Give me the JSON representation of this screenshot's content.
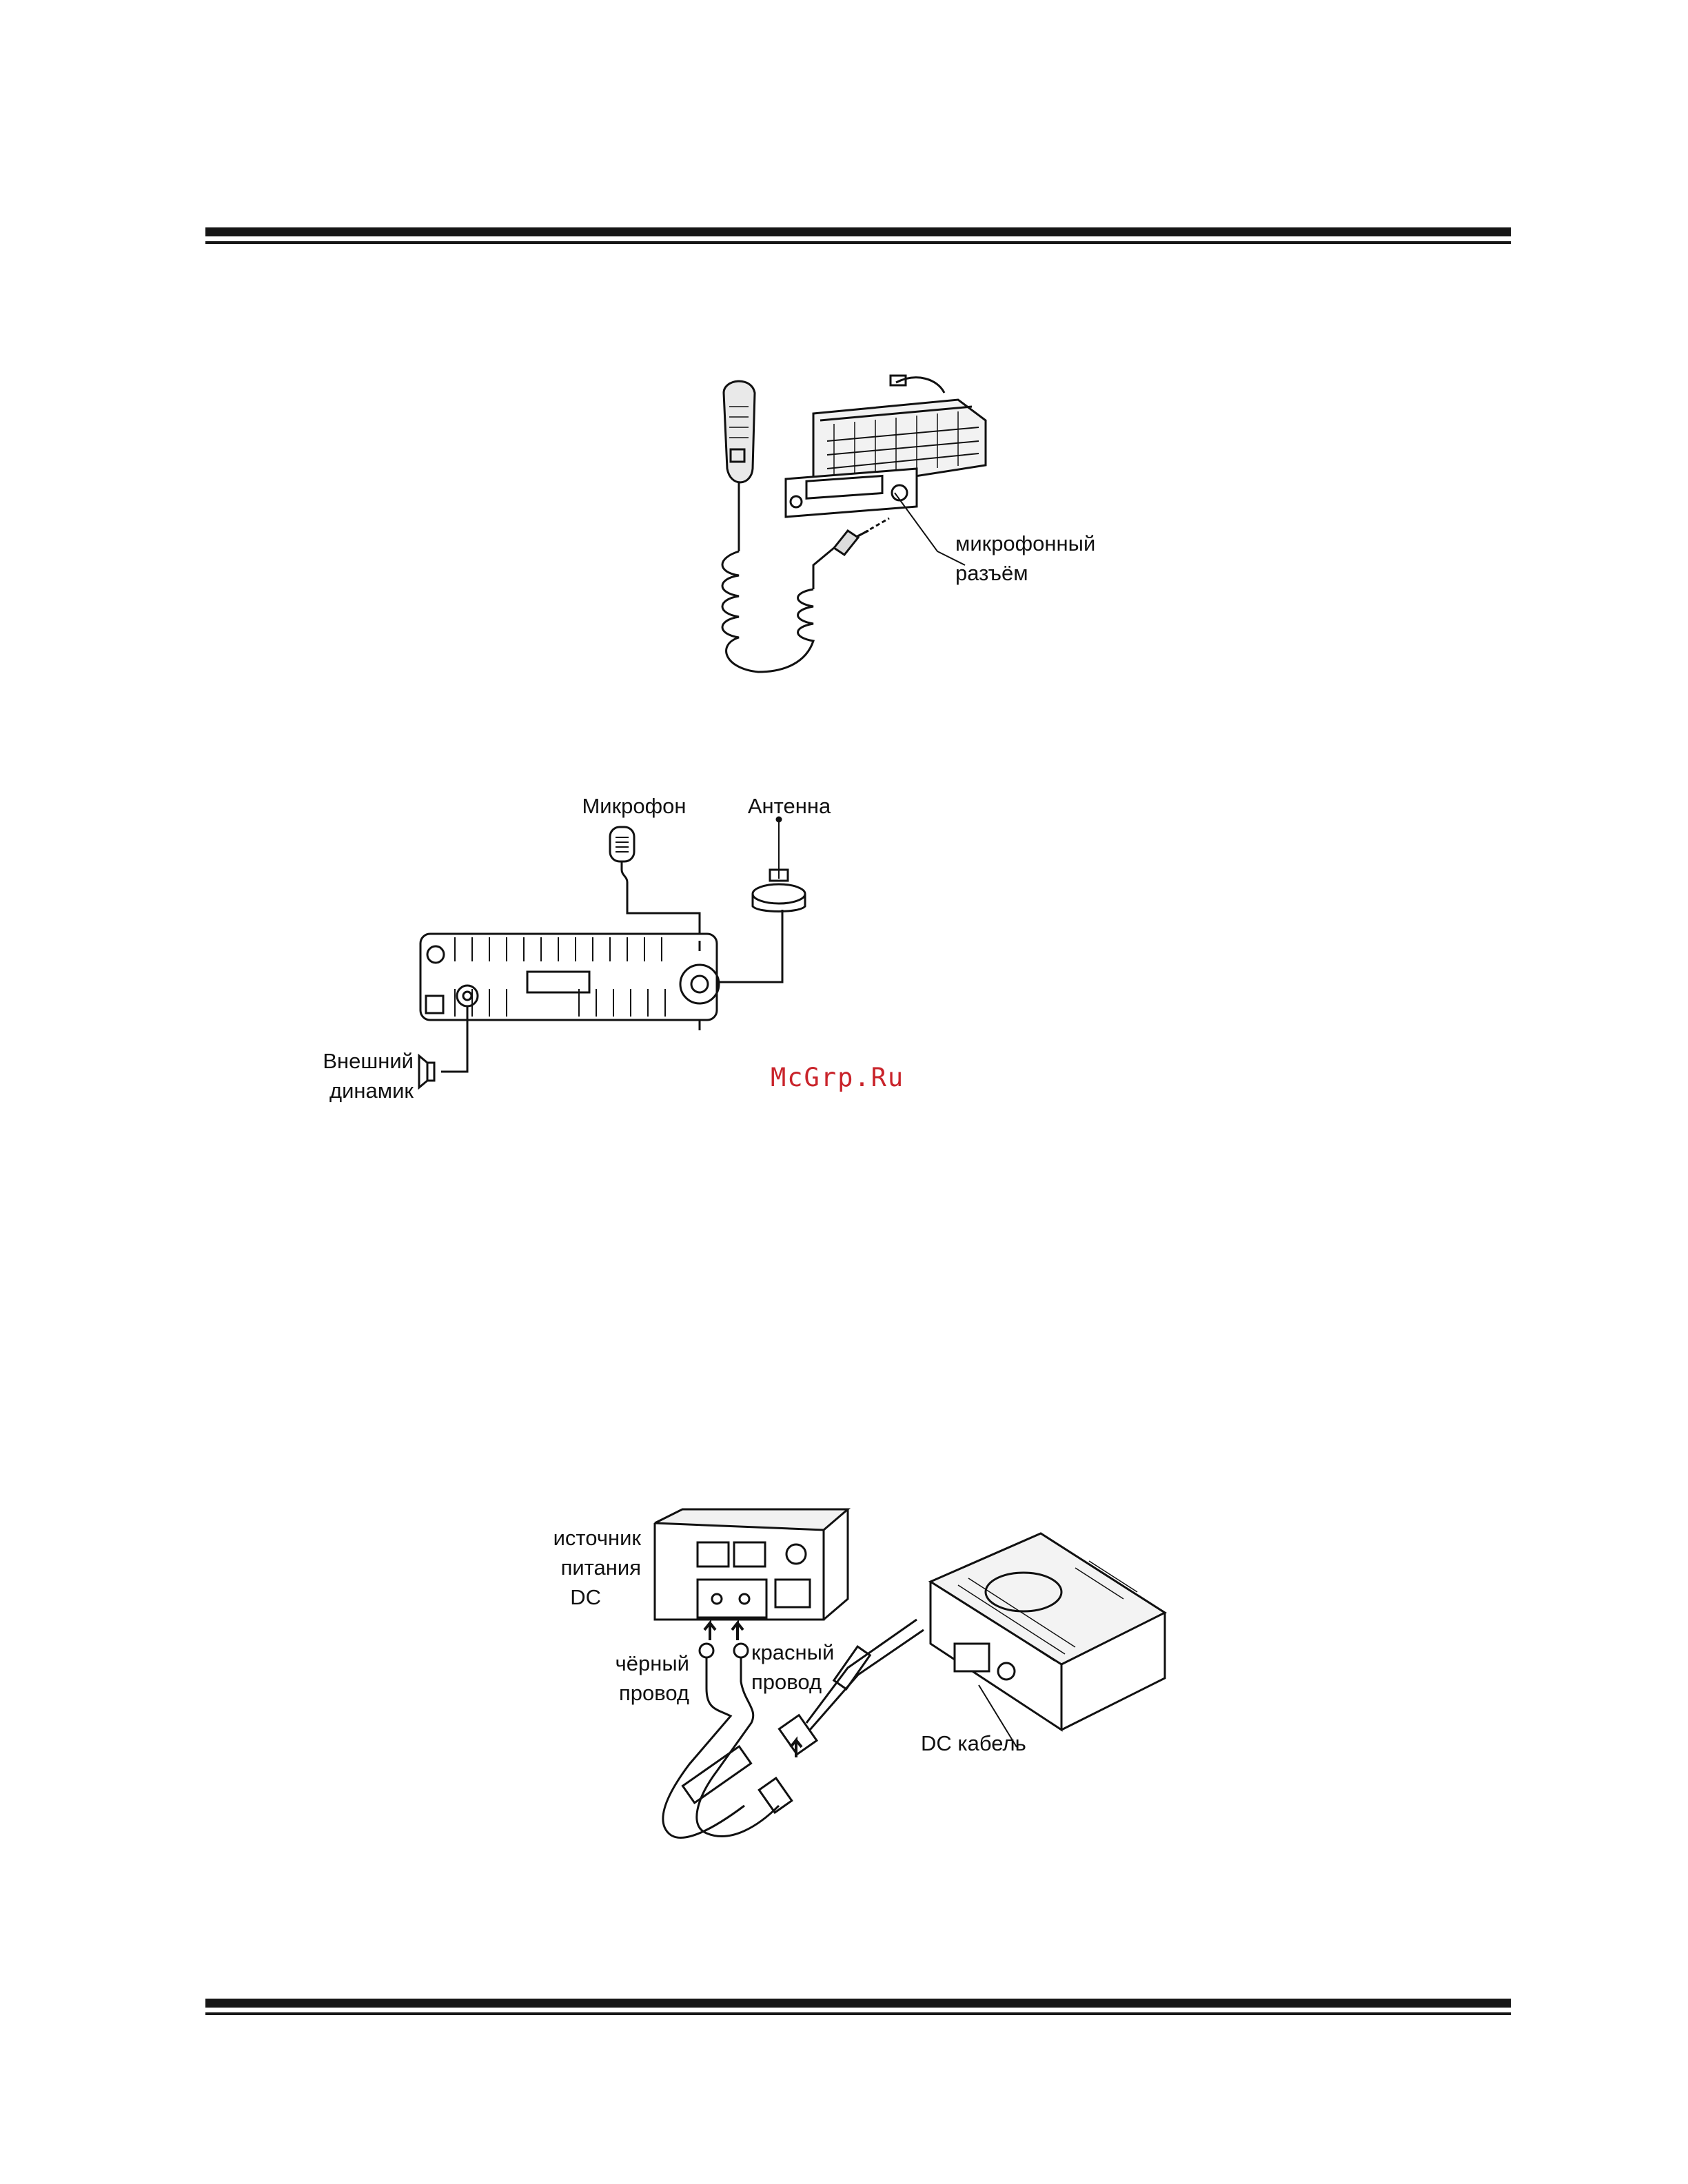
{
  "figure1": {
    "label_connector_line1": "микрофонный",
    "label_connector_line2": "разъём"
  },
  "figure2": {
    "label_microphone": "Микрофон",
    "label_antenna": "Антенна",
    "label_speaker_line1": "Внешний",
    "label_speaker_line2": "динамик"
  },
  "figure3": {
    "label_power_line1": "источник",
    "label_power_line2": "питания",
    "label_power_line3": "DC",
    "label_black_line1": "чёрный",
    "label_black_line2": "провод",
    "label_red_line1": "красный",
    "label_red_line2": "провод",
    "label_dc_cable": "DC кабель"
  },
  "watermark": "McGrp.Ru"
}
